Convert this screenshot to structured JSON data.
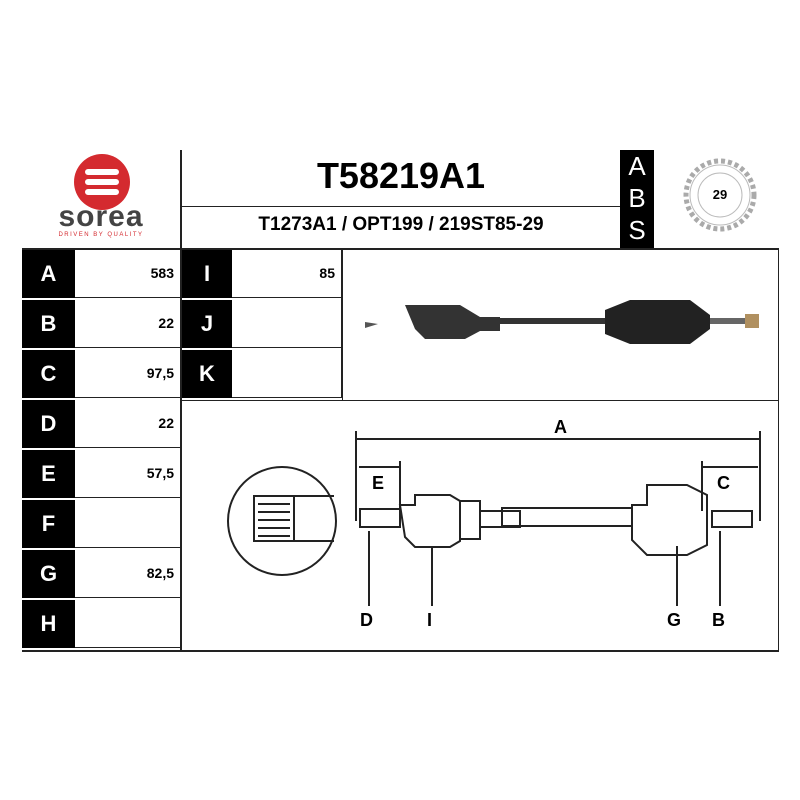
{
  "logo": {
    "name": "sorea",
    "tagline": "DRIVEN BY QUALITY",
    "color": "#d42a2f"
  },
  "header": {
    "part_number": "T58219A1",
    "cross_refs": "T1273A1 / OPT199 / 219ST85-29"
  },
  "abs": {
    "letters": [
      "A",
      "B",
      "S"
    ],
    "teeth": "29"
  },
  "dims_left": [
    {
      "label": "A",
      "value": "583"
    },
    {
      "label": "B",
      "value": "22"
    },
    {
      "label": "C",
      "value": "97,5"
    },
    {
      "label": "D",
      "value": "22"
    },
    {
      "label": "E",
      "value": "57,5"
    },
    {
      "label": "F",
      "value": ""
    },
    {
      "label": "G",
      "value": "82,5"
    },
    {
      "label": "H",
      "value": ""
    }
  ],
  "dims_mid": [
    {
      "label": "I",
      "value": "85"
    },
    {
      "label": "J",
      "value": ""
    },
    {
      "label": "K",
      "value": ""
    }
  ],
  "diagram": {
    "labels": {
      "A": "A",
      "E": "E",
      "C": "C",
      "D": "D",
      "I": "I",
      "G": "G",
      "B": "B"
    }
  }
}
